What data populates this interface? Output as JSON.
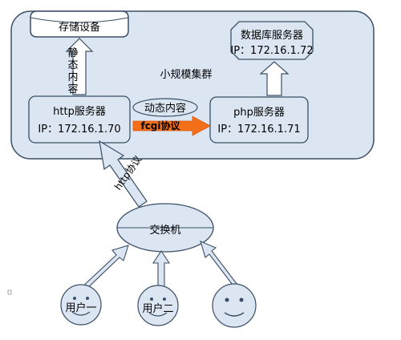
{
  "cluster": {
    "label": "小规模集群"
  },
  "storage": {
    "label": "存储设备"
  },
  "db_server": {
    "name": "数据库服务器",
    "ip": "IP：172.16.1.72"
  },
  "http_server": {
    "name": "http服务器",
    "ip": "IP：172.16.1.70"
  },
  "php_server": {
    "name": "php服务器",
    "ip": "IP：172.16.1.71"
  },
  "links": {
    "static_content": [
      "静",
      "态",
      "内",
      "容"
    ],
    "dynamic_content": "动态内容",
    "fcgi": "fcgi协议",
    "http": "http协议"
  },
  "switch": {
    "label": "交换机"
  },
  "users": {
    "user1": "用户一",
    "user2": "用户二"
  },
  "colors": {
    "cluster_fill": "#dce6f2",
    "node_fill": "#dce6f2",
    "stroke": "#3a4f66",
    "arrow_orange": "#f36f1a"
  }
}
